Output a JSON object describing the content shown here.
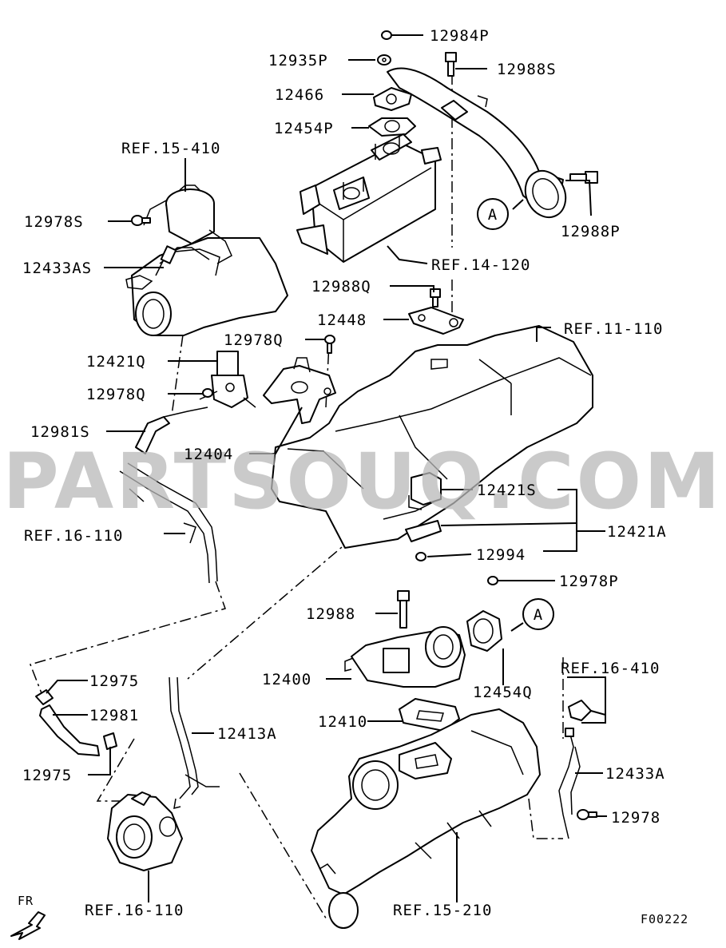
{
  "watermark": "PARTSOUQ.COM",
  "diagram_code": "F00222",
  "direction_label": "FR",
  "callout_letter": "A",
  "labels": {
    "p12984P": "12984P",
    "p12935P": "12935P",
    "p12988S": "12988S",
    "p12466": "12466",
    "p12454P": "12454P",
    "ref15410": "REF.15-410",
    "p12978S": "12978S",
    "p12988P": "12988P",
    "p12433AS": "12433AS",
    "ref14120": "REF.14-120",
    "p12988Q": "12988Q",
    "p12448": "12448",
    "ref11110": "REF.11-110",
    "p12978Q": "12978Q",
    "p12421Q": "12421Q",
    "p12978Q2": "12978Q",
    "p12981S": "12981S",
    "p12404": "12404",
    "p12421S": "12421S",
    "ref16110a": "REF.16-110",
    "p12421A": "12421A",
    "p12994": "12994",
    "p12978P": "12978P",
    "p12988": "12988",
    "p12400": "12400",
    "p12454Q": "12454Q",
    "ref16410": "REF.16-410",
    "p12975a": "12975",
    "p12981": "12981",
    "p12410": "12410",
    "p12413A": "12413A",
    "p12975b": "12975",
    "p12433A": "12433A",
    "p12978": "12978",
    "ref16110b": "REF.16-110",
    "ref15210": "REF.15-210"
  }
}
